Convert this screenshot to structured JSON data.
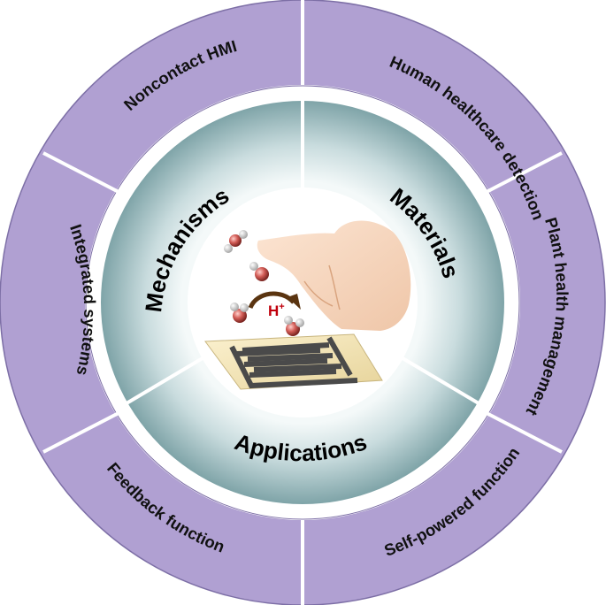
{
  "outer_ring": {
    "fill": "#b0a0d2",
    "stroke": "#7d6fa6",
    "segments": [
      {
        "label": "Human healthcare detection"
      },
      {
        "label": "Plant health management"
      },
      {
        "label": "Self-powered function"
      },
      {
        "label": "Feedback function"
      },
      {
        "label": "Integrated systems"
      },
      {
        "label": "Noncontact HMI"
      }
    ]
  },
  "inner_ring": {
    "fill": "#9bbcc0",
    "segments": [
      {
        "label": "Materials"
      },
      {
        "label": "Applications"
      },
      {
        "label": "Mechanisms"
      }
    ]
  },
  "center": {
    "proton_label": "H",
    "proton_charge": "+",
    "proton_color": "#c0000c",
    "illustration": "finger-touching-humidity-sensor"
  }
}
